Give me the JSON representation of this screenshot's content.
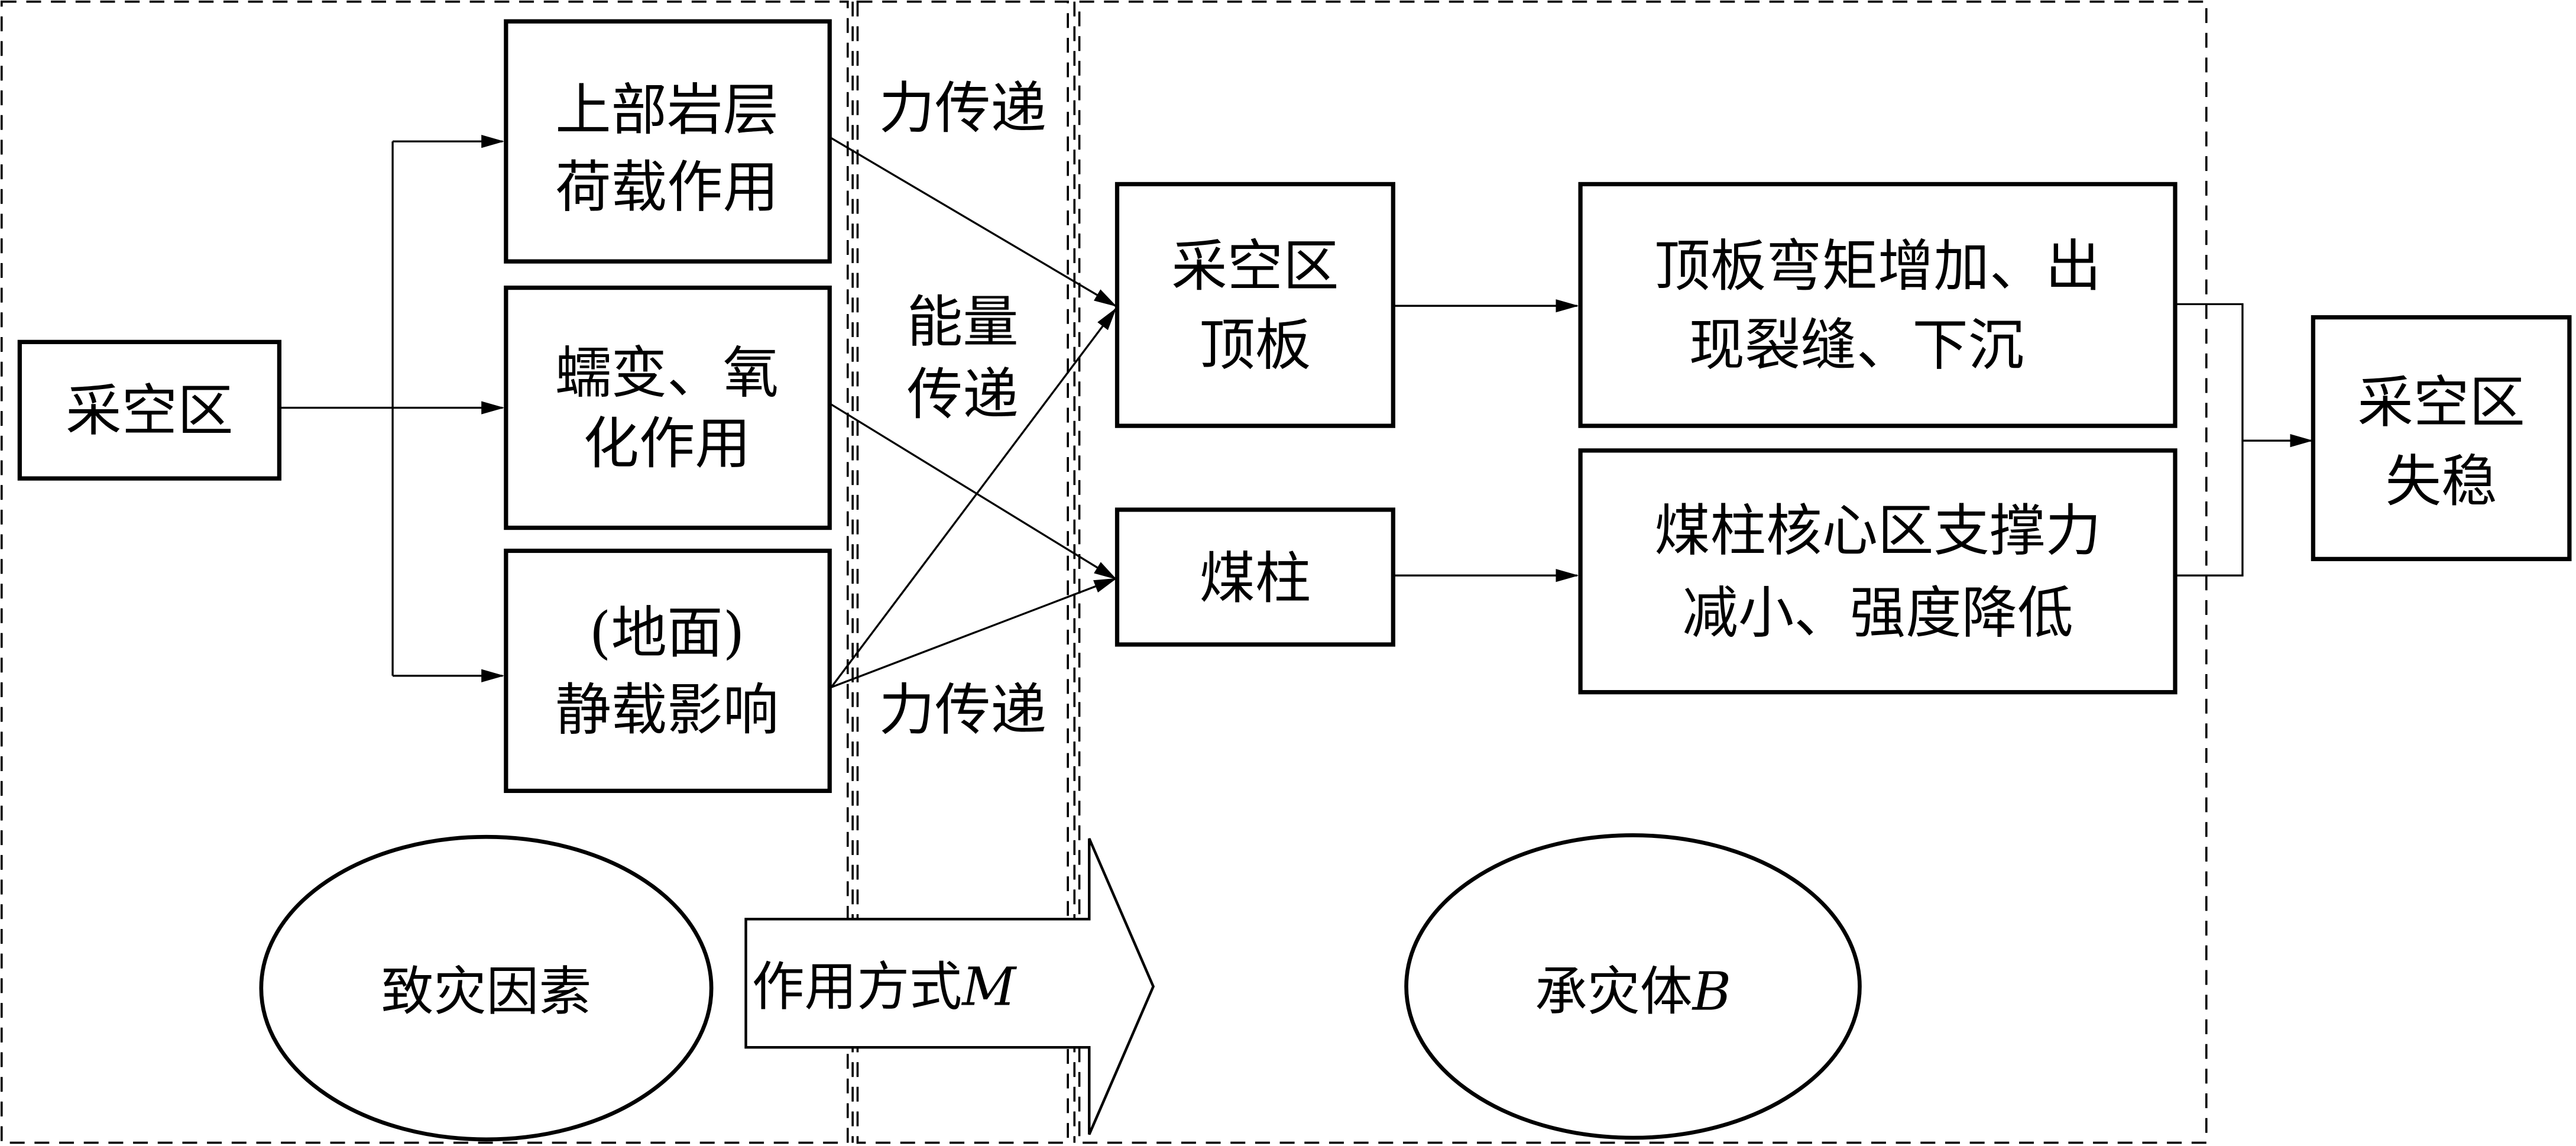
{
  "diagram": {
    "regions": {
      "disaster_factors": "致灾因素",
      "action_mode": "作用方式",
      "action_mode_symbol": "M",
      "disaster_bearer": "承灾体",
      "disaster_bearer_symbol": "B"
    },
    "nodes": {
      "goaf": "采空区",
      "overburden_load": [
        "上部岩层",
        "荷载作用"
      ],
      "creep_oxidation": [
        "蠕变、氧",
        "化作用"
      ],
      "ground_static_load": [
        "(地面)",
        "静载影响"
      ],
      "goaf_roof": [
        "采空区",
        "顶板"
      ],
      "coal_pillar": "煤柱",
      "roof_effect": [
        "顶板弯矩增加、出",
        "现裂缝、下沉"
      ],
      "pillar_effect": [
        "煤柱核心区支撑力",
        "减小、强度降低"
      ],
      "goaf_instability": [
        "采空区",
        "失稳"
      ]
    },
    "transfer_labels": {
      "force_top": "力传递",
      "energy": [
        "能量",
        "传递"
      ],
      "force_bottom": "力传递"
    },
    "edges": [
      {
        "from": "goaf",
        "to": "overburden_load"
      },
      {
        "from": "goaf",
        "to": "creep_oxidation"
      },
      {
        "from": "goaf",
        "to": "ground_static_load"
      },
      {
        "from": "overburden_load",
        "to": "goaf_roof"
      },
      {
        "from": "creep_oxidation",
        "to": "coal_pillar"
      },
      {
        "from": "ground_static_load",
        "to": "goaf_roof"
      },
      {
        "from": "ground_static_load",
        "to": "coal_pillar"
      },
      {
        "from": "goaf_roof",
        "to": "roof_effect"
      },
      {
        "from": "coal_pillar",
        "to": "pillar_effect"
      },
      {
        "from": "roof_effect",
        "to": "goaf_instability"
      },
      {
        "from": "pillar_effect",
        "to": "goaf_instability"
      }
    ]
  }
}
